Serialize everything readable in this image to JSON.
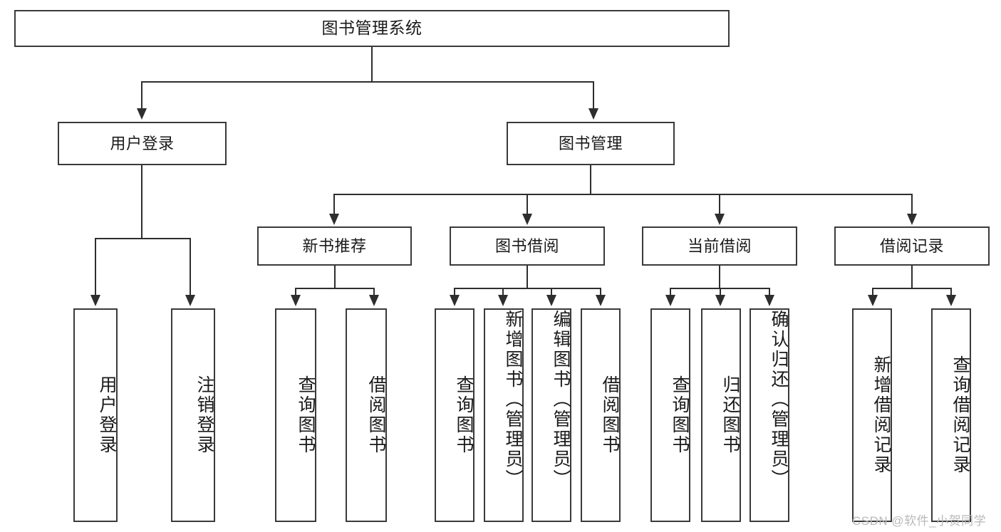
{
  "diagram": {
    "type": "tree-hierarchy-chart",
    "title": "图书管理系统",
    "colors": {
      "box_border": "#3a3a3a",
      "connector": "#2e2e2e",
      "background": "#ffffff",
      "text": "#1a1a1a",
      "watermark": "#b9b9b9"
    },
    "root": {
      "label": "图书管理系统"
    },
    "level1": [
      {
        "label": "用户登录"
      },
      {
        "label": "图书管理"
      }
    ],
    "level2": [
      {
        "label": "新书推荐"
      },
      {
        "label": "图书借阅"
      },
      {
        "label": "当前借阅"
      },
      {
        "label": "借阅记录"
      }
    ],
    "leaves": {
      "user_login": [
        {
          "label": "用户登录"
        },
        {
          "label": "注销登录"
        }
      ],
      "new_book_recommend": [
        {
          "label": "查询图书"
        },
        {
          "label": "借阅图书"
        }
      ],
      "book_borrow": [
        {
          "label": "查询图书"
        },
        {
          "label": "新增图书（管理员）"
        },
        {
          "label": "编辑图书（管理员）"
        },
        {
          "label": "借阅图书"
        }
      ],
      "current_borrow": [
        {
          "label": "查询图书"
        },
        {
          "label": "归还图书"
        },
        {
          "label": "确认归还（管理员）"
        }
      ],
      "borrow_record": [
        {
          "label": "新增借阅记录"
        },
        {
          "label": "查询借阅记录"
        }
      ]
    }
  },
  "watermark": {
    "text": "CSDN @软件_小贺同学"
  }
}
